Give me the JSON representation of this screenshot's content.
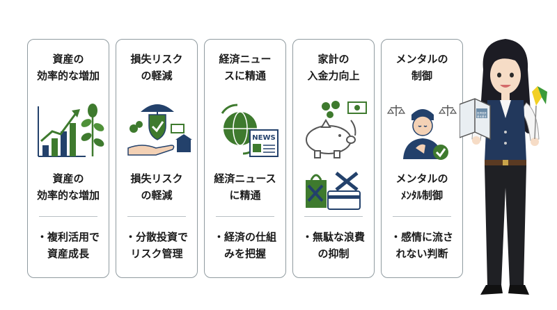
{
  "cards": [
    {
      "title": "資産の\n効率的な増加",
      "subtitle": "資産の\n効率的な増加",
      "bullet": "・複利活用で\n資産成長",
      "icon": "growth-chart-plant-icon"
    },
    {
      "title": "損失リスク\nの軽減",
      "subtitle": "損失リスク\nの軽減",
      "bullet": "・分散投資で\nリスク管理",
      "icon": "umbrella-shield-hand-icon"
    },
    {
      "title": "経済ニュー\nスに精通",
      "subtitle": "経済ニュース\nに精通",
      "bullet": "・経済の仕組\nみを把握",
      "icon": "globe-newspaper-icon",
      "icon_text": "NEWS"
    },
    {
      "title": "家計の\n入金力向上",
      "subtitle": "",
      "bullet": "・無駄な浪費\nの抑制",
      "icon": "piggy-bank-icon"
    },
    {
      "title": "メンタルの\n制御",
      "subtitle": "メンタルの\nﾒﾝﾀﾙ制御",
      "bullet": "・感情に流さ\nれない判断",
      "icon": "thinking-person-scale-icon"
    }
  ],
  "book_label": "投資信託\n基本基本",
  "colors": {
    "green": "#3e7a2e",
    "navy": "#23416b",
    "border": "#8f9a9f"
  }
}
